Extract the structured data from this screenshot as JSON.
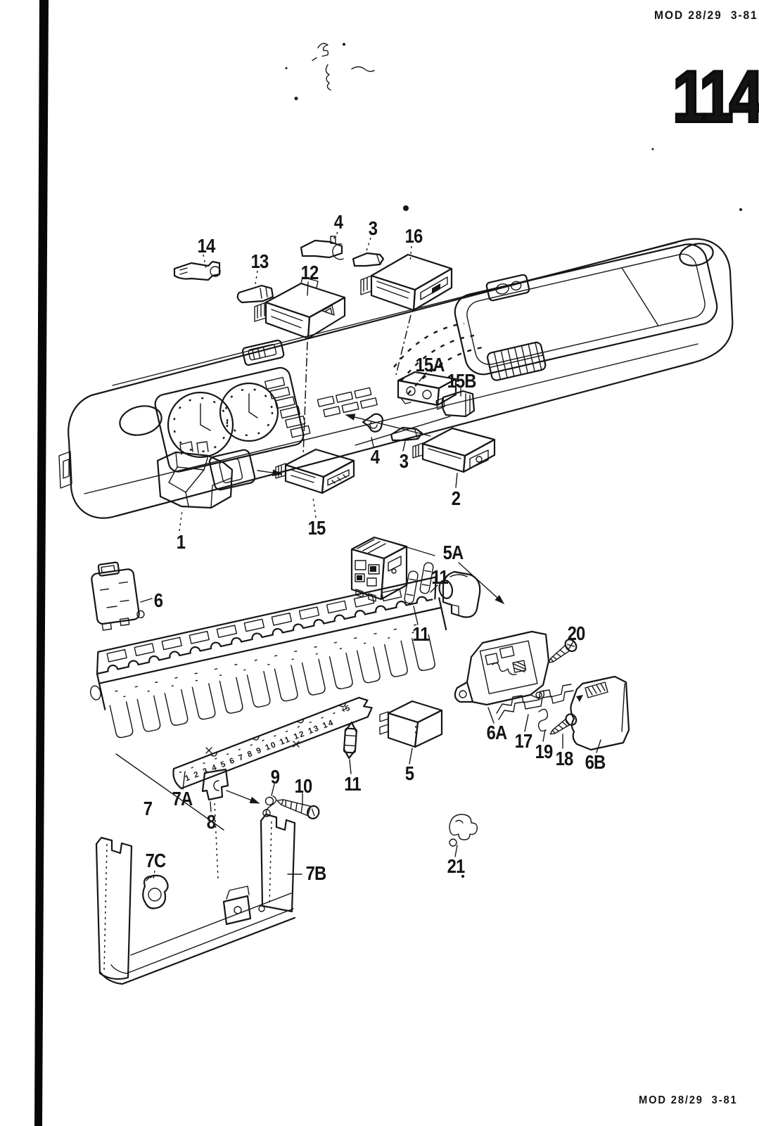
{
  "page": {
    "header_right": "MOD 28/29  3-81",
    "page_number": "114",
    "footer_right": "MOD 28/29  3-81"
  },
  "labels": {
    "l14": "14",
    "l13": "13",
    "l12": "12",
    "l4_top": "4",
    "l3_top": "3",
    "l16": "16",
    "l15A": "15A",
    "l15B": "15B",
    "l1": "1",
    "l15": "15",
    "l4_mid": "4",
    "l3_mid": "3",
    "l2": "2",
    "l6": "6",
    "l5A": "5A",
    "l11_top": "11",
    "l11_mid": "11",
    "l20": "20",
    "l6A": "6A",
    "l17": "17",
    "l19": "19",
    "l18": "18",
    "l6B": "6B",
    "l7": "7",
    "l7A": "7A",
    "l8": "8",
    "l9": "9",
    "l10": "10",
    "l11_bottom": "11",
    "l5": "5",
    "l7C": "7C",
    "l7B": "7B",
    "l21": "21"
  },
  "fuse_strip": {
    "numbers": "1 2 3 4 5 6 7 8 9 10 11 12 13 14",
    "end_mark": "+5"
  }
}
